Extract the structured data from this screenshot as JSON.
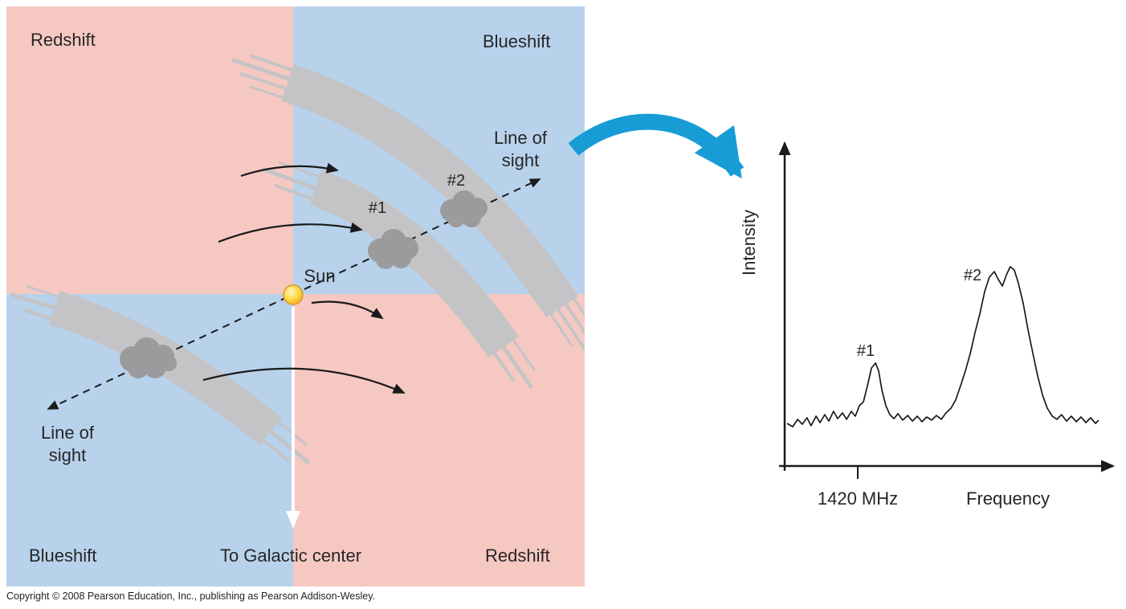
{
  "colors": {
    "quadrant_pink": "#f6c8c2",
    "quadrant_blue": "#b8d2ec",
    "arm_gray": "#c4c4c6",
    "cloud_gray": "#9b9b9d",
    "flow_arrow_blue": "#189cd6",
    "sun_yellow": "#ffd940",
    "ink": "#1a1a1a"
  },
  "galaxy_panel": {
    "labels": {
      "top_left": "Redshift",
      "top_right": "Blueshift",
      "bottom_left": "Blueshift",
      "bottom_right": "Redshift",
      "sun": "Sun",
      "to_galactic_center": "To Galactic center",
      "cloud_1": "#1",
      "cloud_2": "#2",
      "line_of_sight_line1": "Line of",
      "line_of_sight_line2": "sight"
    }
  },
  "spectrum_graph": {
    "y_axis_label": "Intensity",
    "x_axis_label": "Frequency",
    "x_tick_label": "1420 MHz",
    "peak_1_label": "#1",
    "peak_2_label": "#2"
  },
  "footer": {
    "copyright": "Copyright © 2008 Pearson Education, Inc., publishing as Pearson Addison-Wesley."
  },
  "chart_data": {
    "type": "line",
    "title": "21-cm radio spectrum along the line of sight (galactic rotation Doppler shifts)",
    "xlabel": "Frequency",
    "ylabel": "Intensity",
    "x_tick_labels": [
      "1420 MHz"
    ],
    "x_tick_position_normalized": 0.227,
    "annotations": [
      {
        "label": "#1",
        "x": 0.284,
        "peak_intensity": 0.385
      },
      {
        "label": "#2",
        "x": 0.716,
        "peak_intensity": 1.0
      }
    ],
    "axis_ranges": {
      "x_normalized": [
        0,
        1
      ],
      "y_normalized": [
        0,
        1
      ]
    },
    "grid": false,
    "legend": false,
    "series": [
      {
        "name": "intensity",
        "points": [
          [
            0,
            0
          ],
          [
            0.018,
            -0.021
          ],
          [
            0.034,
            0.026
          ],
          [
            0.049,
            -0.005
          ],
          [
            0.064,
            0.036
          ],
          [
            0.077,
            -0.015
          ],
          [
            0.093,
            0.046
          ],
          [
            0.106,
            0.005
          ],
          [
            0.121,
            0.056
          ],
          [
            0.134,
            0.015
          ],
          [
            0.149,
            0.077
          ],
          [
            0.162,
            0.031
          ],
          [
            0.178,
            0.067
          ],
          [
            0.191,
            0.026
          ],
          [
            0.206,
            0.077
          ],
          [
            0.219,
            0.046
          ],
          [
            0.232,
            0.113
          ],
          [
            0.245,
            0.138
          ],
          [
            0.258,
            0.241
          ],
          [
            0.271,
            0.354
          ],
          [
            0.284,
            0.385
          ],
          [
            0.294,
            0.333
          ],
          [
            0.304,
            0.215
          ],
          [
            0.317,
            0.113
          ],
          [
            0.33,
            0.056
          ],
          [
            0.343,
            0.031
          ],
          [
            0.356,
            0.062
          ],
          [
            0.371,
            0.021
          ],
          [
            0.387,
            0.051
          ],
          [
            0.402,
            0.015
          ],
          [
            0.418,
            0.046
          ],
          [
            0.433,
            0.01
          ],
          [
            0.448,
            0.041
          ],
          [
            0.464,
            0.021
          ],
          [
            0.479,
            0.051
          ],
          [
            0.495,
            0.026
          ],
          [
            0.51,
            0.067
          ],
          [
            0.526,
            0.097
          ],
          [
            0.541,
            0.149
          ],
          [
            0.557,
            0.241
          ],
          [
            0.572,
            0.333
          ],
          [
            0.588,
            0.446
          ],
          [
            0.603,
            0.579
          ],
          [
            0.619,
            0.703
          ],
          [
            0.634,
            0.841
          ],
          [
            0.649,
            0.933
          ],
          [
            0.665,
            0.969
          ],
          [
            0.678,
            0.918
          ],
          [
            0.691,
            0.877
          ],
          [
            0.704,
            0.949
          ],
          [
            0.716,
            1.0
          ],
          [
            0.729,
            0.979
          ],
          [
            0.742,
            0.897
          ],
          [
            0.758,
            0.764
          ],
          [
            0.773,
            0.6
          ],
          [
            0.789,
            0.446
          ],
          [
            0.804,
            0.303
          ],
          [
            0.82,
            0.179
          ],
          [
            0.835,
            0.097
          ],
          [
            0.851,
            0.046
          ],
          [
            0.866,
            0.026
          ],
          [
            0.881,
            0.056
          ],
          [
            0.897,
            0.015
          ],
          [
            0.912,
            0.046
          ],
          [
            0.928,
            0.01
          ],
          [
            0.943,
            0.041
          ],
          [
            0.959,
            0.005
          ],
          [
            0.974,
            0.036
          ],
          [
            0.99,
            0
          ],
          [
            1,
            0.021
          ]
        ]
      }
    ]
  }
}
